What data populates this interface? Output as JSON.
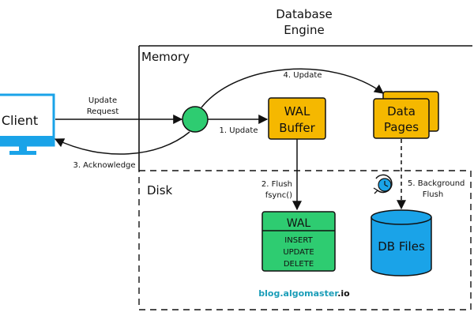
{
  "title": {
    "line1": "Database",
    "line2": "Engine"
  },
  "regions": {
    "memory": "Memory",
    "disk": "Disk"
  },
  "nodes": {
    "client": "Client",
    "wal_buffer": {
      "line1": "WAL",
      "line2": "Buffer"
    },
    "data_pages": {
      "line1": "Data",
      "line2": "Pages"
    },
    "wal": {
      "title": "WAL",
      "entries": [
        "INSERT",
        "UPDATE",
        "DELETE"
      ]
    },
    "db_files": "DB Files"
  },
  "edges": {
    "update_request": {
      "line1": "Update",
      "line2": "Request"
    },
    "step1": "1. Update",
    "step2": {
      "line1": "2. Flush",
      "line2": "fsync()"
    },
    "step3": "3. Acknowledge",
    "step4": "4. Update",
    "step5": {
      "line1": "5. Background",
      "line2": "Flush"
    }
  },
  "watermark": {
    "part1": "blog.",
    "part2": "algomaster",
    "part3": ".io"
  },
  "icons": [
    "monitor-icon",
    "clock-icon",
    "cylinder-icon"
  ],
  "colors": {
    "box_fill": "#f5b800",
    "green": "#2ecc71",
    "blue": "#1aa3e8",
    "teal": "#1a9db8",
    "ink": "#111111"
  }
}
